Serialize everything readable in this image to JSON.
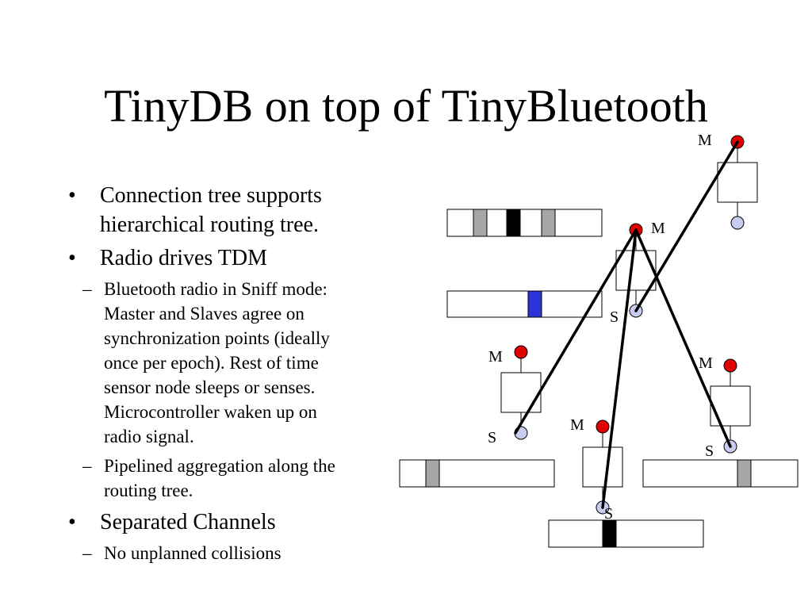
{
  "slide": {
    "title": "TinyDB on top of TinyBluetooth",
    "bullets": [
      {
        "text": "Connection tree supports hierarchical routing tree.",
        "marker": "•"
      },
      {
        "text": "Radio drives TDM",
        "marker": "•",
        "sub": [
          {
            "text": "Bluetooth radio in Sniff mode: Master and Slaves agree on synchronization points (ideally once per epoch). Rest of time sensor node sleeps or senses. Microcontroller waken up on radio signal.",
            "marker": "–"
          },
          {
            "text": "Pipelined aggregation along the routing tree.",
            "marker": "–"
          }
        ]
      },
      {
        "text": "Separated Channels",
        "marker": "•",
        "sub": [
          {
            "text": "No unplanned collisions",
            "marker": "–"
          }
        ]
      }
    ]
  },
  "diagram": {
    "master_label": "M",
    "slave_label": "S",
    "colors": {
      "master": "#e00000",
      "slave": "#c8ccf0",
      "slot_gray": "#a6a6a6",
      "slot_black": "#000000",
      "slot_blue": "#2b34d6"
    }
  }
}
